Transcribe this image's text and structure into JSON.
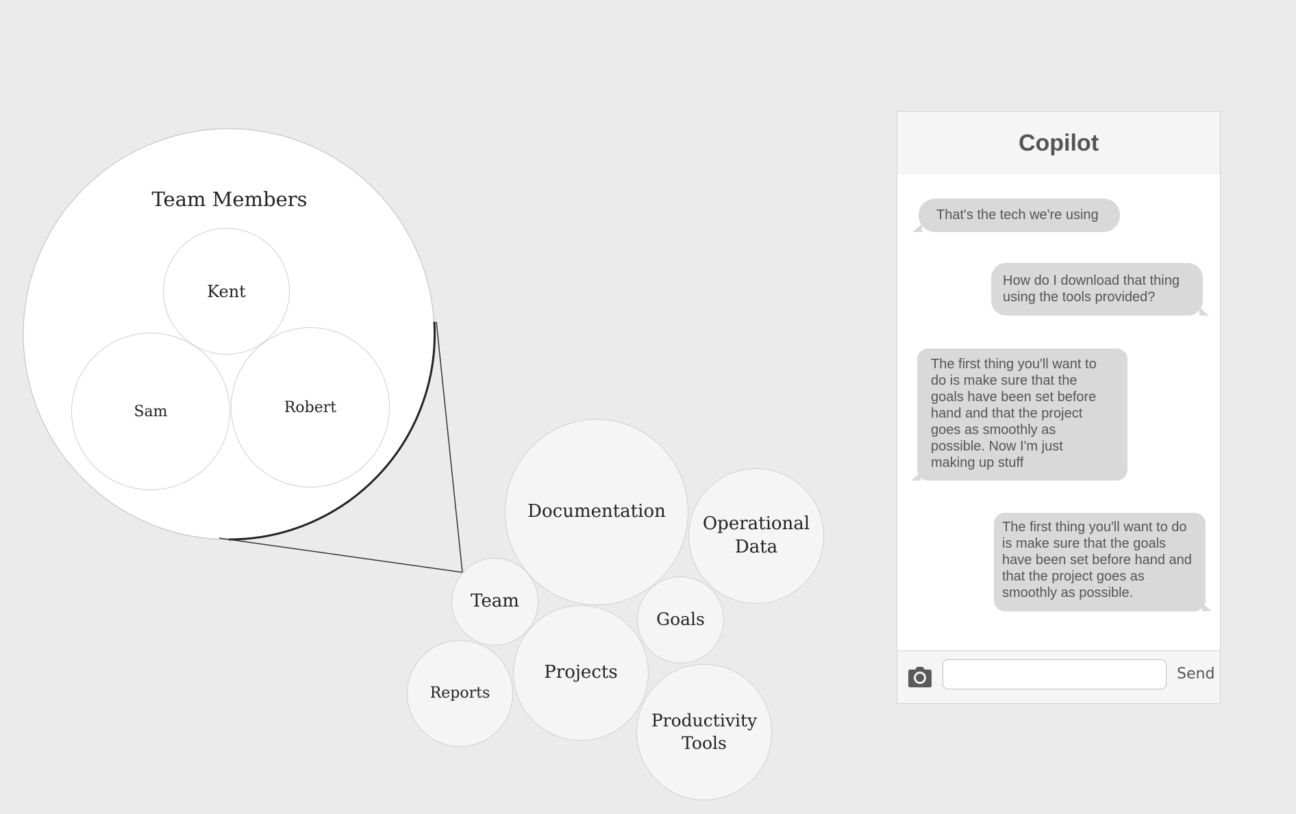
{
  "bubble_map": {
    "zoom_title": "Team Members",
    "members": {
      "kent": "Kent",
      "sam": "Sam",
      "robert": "Robert"
    },
    "topics": {
      "documentation": "Documentation",
      "operational_data": [
        "Operational",
        "Data"
      ],
      "team": "Team",
      "goals": "Goals",
      "projects": "Projects",
      "reports": "Reports",
      "productivity_tools": [
        "Productivity",
        "Tools"
      ]
    }
  },
  "copilot": {
    "title": "Copilot",
    "messages": [
      {
        "side": "left",
        "text": "That's the tech we're using"
      },
      {
        "side": "right",
        "text": "How do I download that thing\nusing the tools provided?"
      },
      {
        "side": "left",
        "text": "The first thing you'll want to\ndo is make sure that the\ngoals have been set before\nhand and that the project\ngoes as smoothly as\npossible.  Now I'm just\nmaking up stuff"
      },
      {
        "side": "right",
        "text": "The first thing you'll want to do\nis make sure that the goals\nhave been set before hand and\nthat the project goes as\nsmoothly as possible."
      }
    ],
    "input": {
      "value": "",
      "placeholder": ""
    },
    "send_label": "Send",
    "icons": {
      "attach": "camera-icon"
    }
  }
}
